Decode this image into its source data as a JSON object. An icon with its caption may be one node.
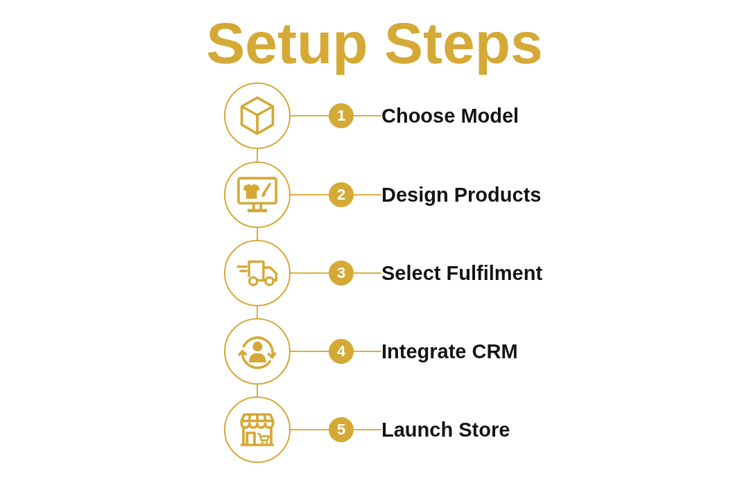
{
  "diagram": {
    "title": "Setup Steps",
    "nodes": [
      {
        "text": [],
        "shape": "circle"
      },
      {
        "text": [
          "1"
        ]
      },
      {
        "text": [
          "Choose Model"
        ]
      },
      {
        "text": [],
        "shape": "circle"
      },
      {
        "text": [
          "2"
        ]
      },
      {
        "text": [
          "Design Products"
        ]
      },
      {
        "text": [],
        "shape": "circle"
      },
      {
        "text": [
          "3"
        ]
      },
      {
        "text": [
          "Select Fulfilment"
        ]
      },
      {
        "text": [],
        "shape": "circle"
      },
      {
        "text": [
          "4"
        ]
      },
      {
        "text": [
          "Integrate CRM"
        ]
      },
      {
        "text": [],
        "shape": "circle"
      },
      {
        "text": [
          "5"
        ]
      },
      {
        "text": [
          "Launch Store"
        ]
      }
    ],
    "edges": [
      {
        "from": 0,
        "to": 1,
        "arrow": "none"
      },
      {
        "from": 1,
        "to": 2,
        "arrow": "none"
      },
      {
        "from": 0,
        "to": 3,
        "arrow": "none"
      },
      {
        "from": 3,
        "to": 4,
        "arrow": "none"
      },
      {
        "from": 4,
        "to": 5,
        "arrow": "none"
      },
      {
        "from": 3,
        "to": 6,
        "arrow": "none"
      },
      {
        "from": 6,
        "to": 7,
        "arrow": "none"
      },
      {
        "from": 7,
        "to": 8,
        "arrow": "none"
      },
      {
        "from": 6,
        "to": 9,
        "arrow": "none"
      },
      {
        "from": 9,
        "to": 10,
        "arrow": "none"
      },
      {
        "from": 10,
        "to": 11,
        "arrow": "none"
      },
      {
        "from": 9,
        "to": 12,
        "arrow": "none"
      },
      {
        "from": 12,
        "to": 13,
        "arrow": "none"
      },
      {
        "from": 13,
        "to": 14,
        "arrow": "none"
      }
    ]
  }
}
